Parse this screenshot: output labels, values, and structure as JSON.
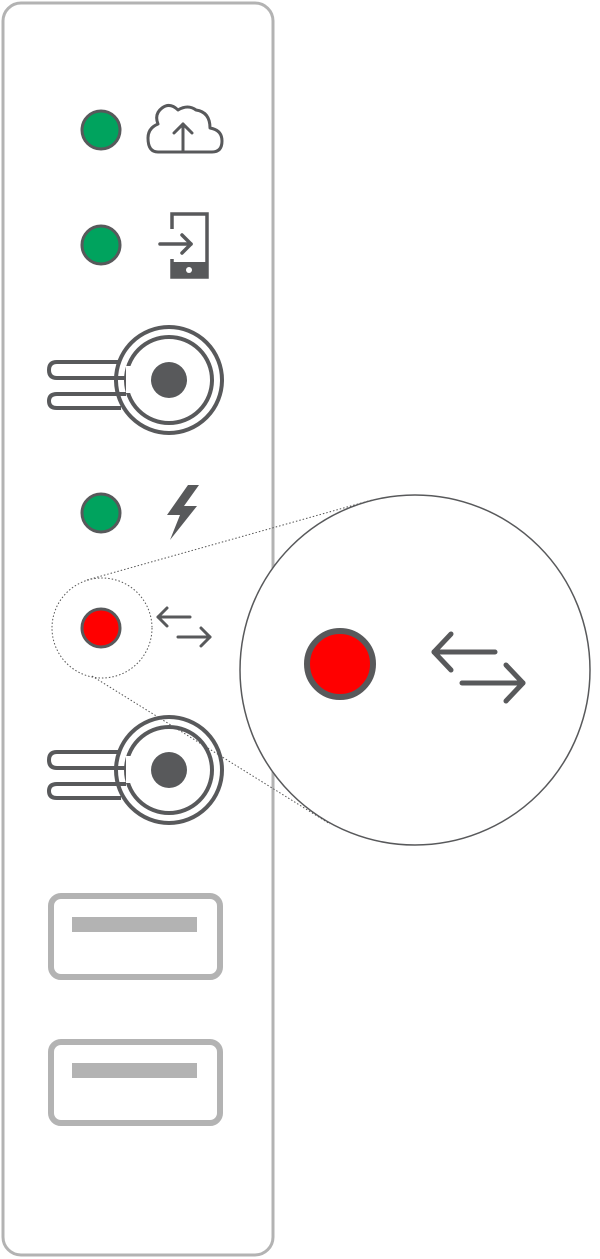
{
  "device": {
    "indicators": [
      {
        "id": "cloud-upload",
        "led_color": "#00A35E",
        "icon": "cloud-upload-icon",
        "status": "on"
      },
      {
        "id": "mobile-login",
        "led_color": "#00A35E",
        "icon": "mobile-login-icon",
        "status": "on"
      },
      {
        "id": "power",
        "led_color": "#00A35E",
        "icon": "lightning-bolt-icon",
        "status": "on"
      },
      {
        "id": "data-transfer",
        "led_color": "#FF0000",
        "icon": "bidirectional-arrows-icon",
        "status": "alert"
      }
    ],
    "buttons": [
      {
        "id": "top-button",
        "icon": "push-button-icon"
      },
      {
        "id": "bottom-button",
        "icon": "push-button-icon"
      }
    ],
    "ports": [
      {
        "id": "usb-port-1",
        "icon": "usb-port-icon"
      },
      {
        "id": "usb-port-2",
        "icon": "usb-port-icon"
      }
    ]
  },
  "zoom_callout": {
    "target": "data-transfer",
    "led_color": "#FF0000",
    "icon": "bidirectional-arrows-icon"
  },
  "colors": {
    "panel_border": "#B3B3B3",
    "icon_gray": "#58595B",
    "led_green": "#00A35E",
    "led_red": "#FF0000",
    "port_gray": "#B3B3B3"
  }
}
